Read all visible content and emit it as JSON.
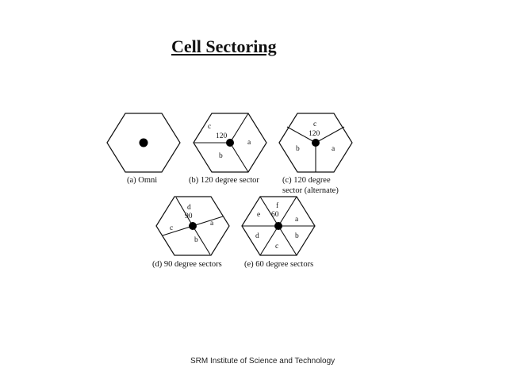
{
  "title": "Cell Sectoring",
  "footer": "SRM Institute of Science and Technology",
  "diagrams": {
    "omni": {
      "caption": "(a) Omni"
    },
    "sector120": {
      "caption": "(b) 120 degree sector",
      "angle": "120",
      "labels": [
        "a",
        "b",
        "c"
      ]
    },
    "sector120alt": {
      "caption_line1": "(c) 120 degree",
      "caption_line2": "sector (alternate)",
      "angle": "120",
      "labels": [
        "a",
        "b",
        "c"
      ]
    },
    "sector90": {
      "caption": "(d) 90 degree sectors",
      "angle": "90",
      "labels": [
        "a",
        "b",
        "c",
        "d"
      ]
    },
    "sector60": {
      "caption": "(e) 60 degree sectors",
      "angle": "60",
      "labels": [
        "a",
        "b",
        "c",
        "d",
        "e",
        "f"
      ]
    }
  }
}
